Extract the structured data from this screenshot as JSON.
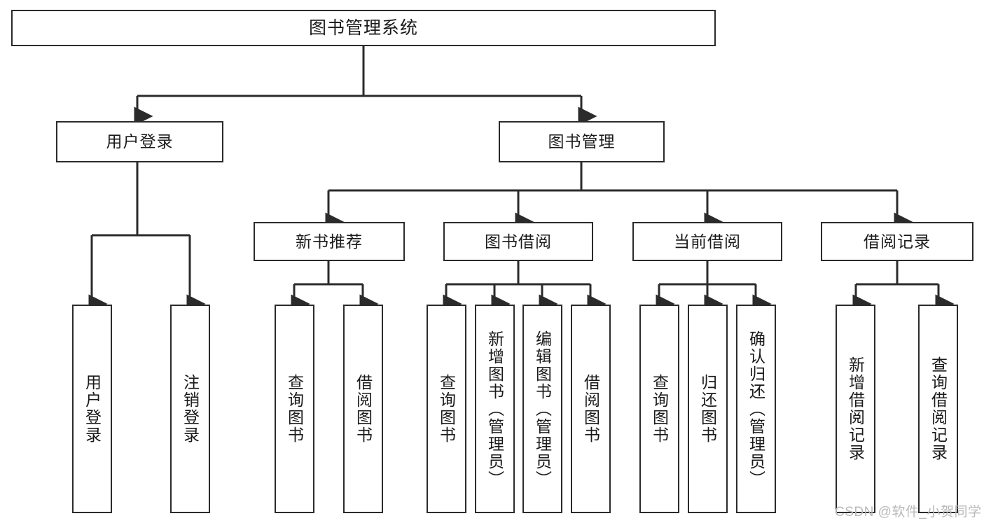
{
  "diagram": {
    "type": "hierarchy-tree",
    "title": "图书管理系统",
    "root": {
      "label": "图书管理系统"
    },
    "level2": [
      {
        "label": "用户登录"
      },
      {
        "label": "图书管理"
      }
    ],
    "level3": [
      {
        "label": "新书推荐"
      },
      {
        "label": "图书借阅"
      },
      {
        "label": "当前借阅"
      },
      {
        "label": "借阅记录"
      }
    ],
    "leaves": {
      "user_login": [
        {
          "label": "用户登录"
        },
        {
          "label": "注销登录"
        }
      ],
      "new_book_recommend": [
        {
          "label": "查询图书"
        },
        {
          "label": "借阅图书"
        }
      ],
      "book_borrow": [
        {
          "label": "查询图书"
        },
        {
          "label": "新增图书（管理员）"
        },
        {
          "label": "编辑图书（管理员）"
        },
        {
          "label": "借阅图书"
        }
      ],
      "current_borrow": [
        {
          "label": "查询图书"
        },
        {
          "label": "归还图书"
        },
        {
          "label": "确认归还（管理员）"
        }
      ],
      "borrow_record": [
        {
          "label": "新增借阅记录"
        },
        {
          "label": "查询借阅记录"
        }
      ]
    }
  },
  "watermark": {
    "text": "CSDN @软件_小贺同学"
  },
  "colors": {
    "stroke": "#2b2b2b",
    "box_fill": "#ffffff",
    "text": "#1a1a1a",
    "watermark": "#b9b9b9",
    "background": "#ffffff"
  }
}
